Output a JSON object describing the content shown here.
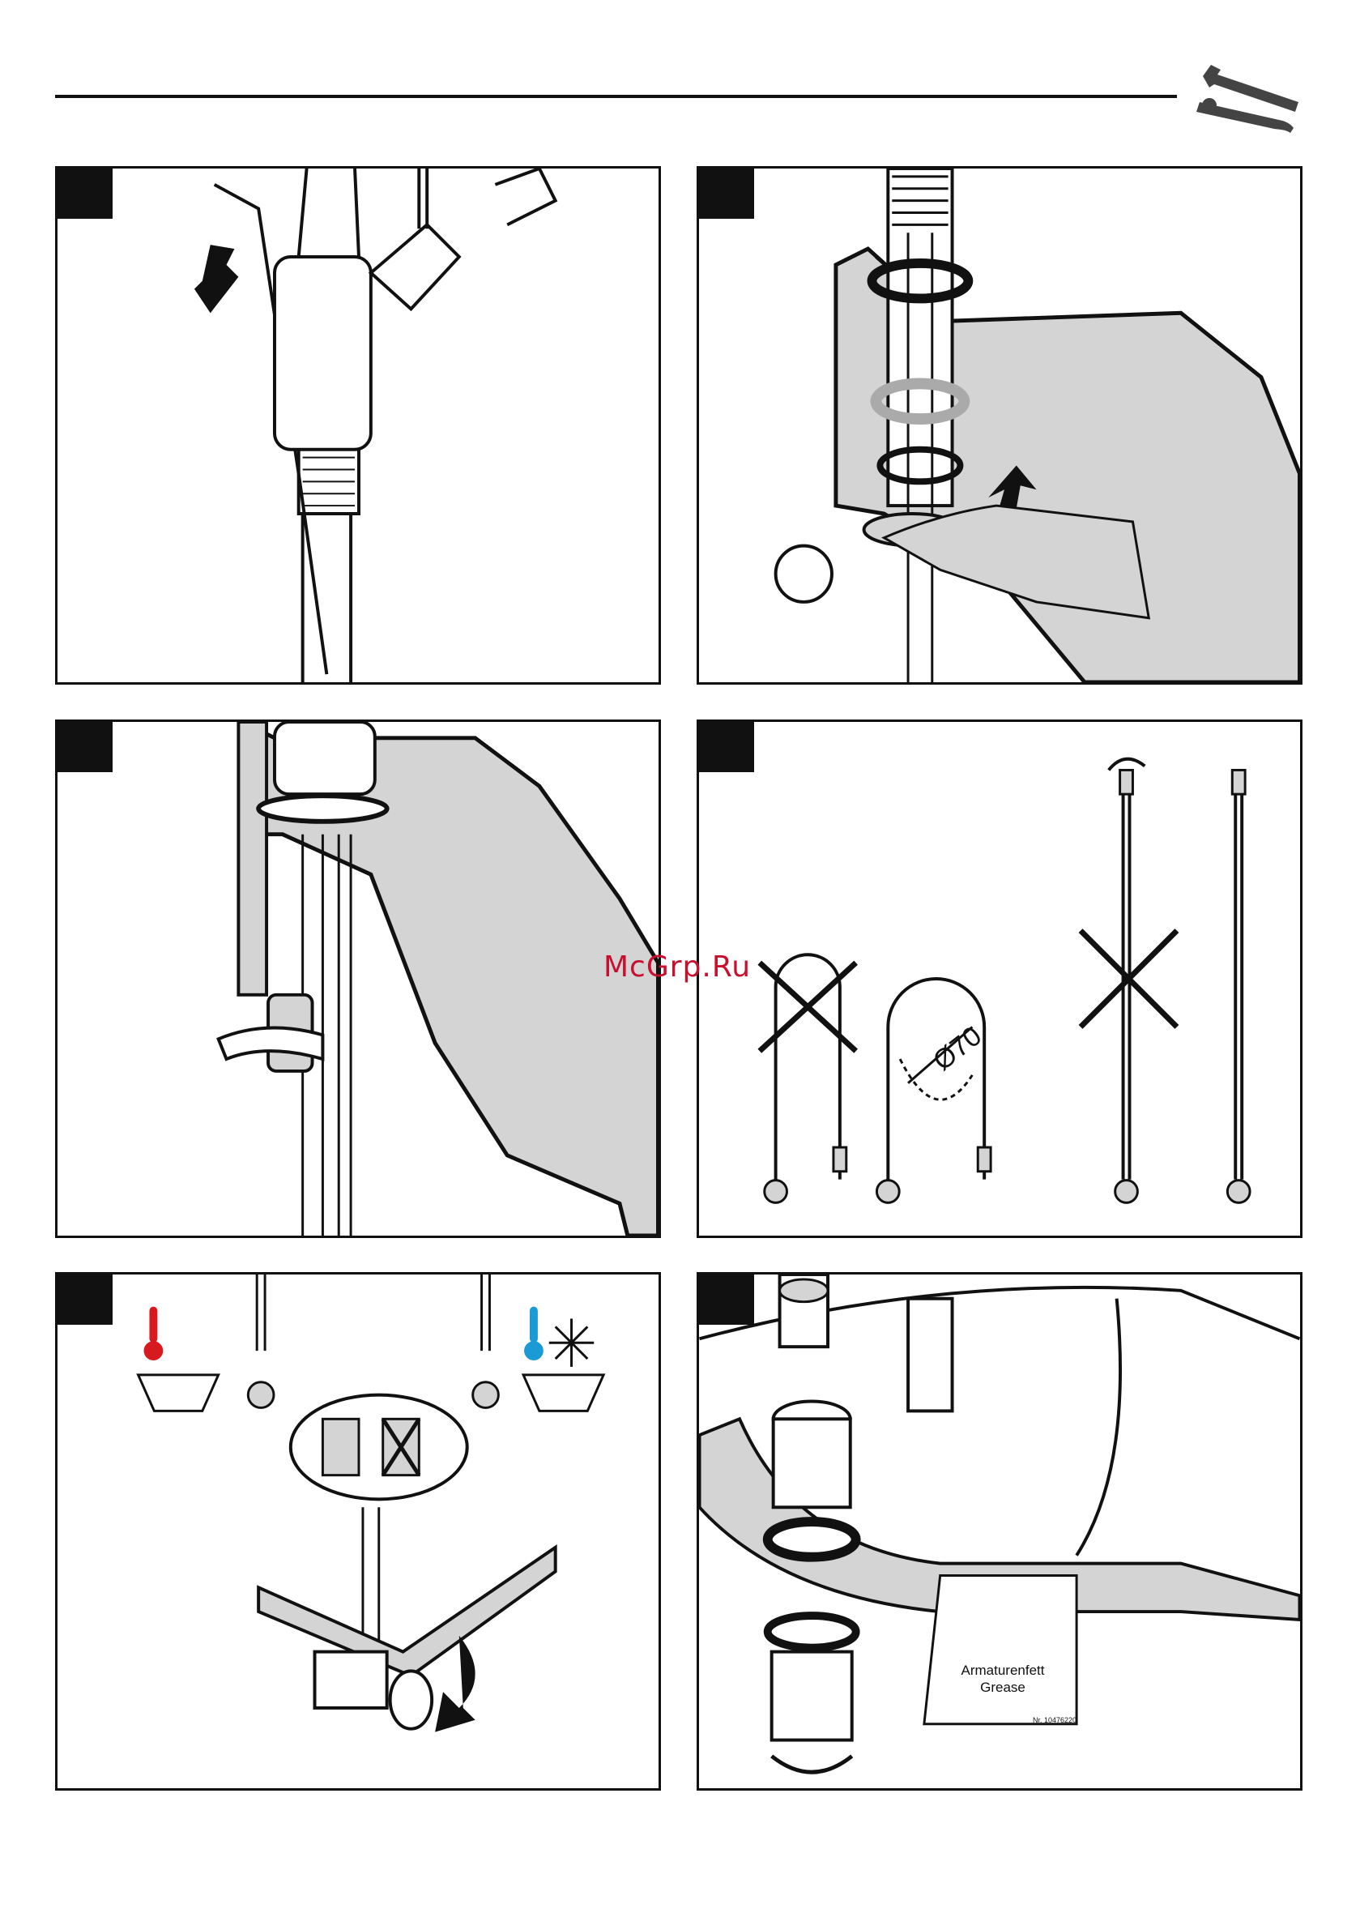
{
  "watermark": "McGrp.Ru",
  "icons": {
    "header": "wrench-screwdriver-icon",
    "hot": "thermometer-hot-icon",
    "cold": "thermometer-cold-icon",
    "snow": "snowflake-icon",
    "rotate": "rotate-arrow-icon",
    "cross": "cross-mark-icon"
  },
  "colors": {
    "hot": "#d71920",
    "cold": "#1c9ad6",
    "ink": "#111111",
    "fill": "#d4d4d4",
    "watermark": "#c8102e"
  },
  "panels": [
    {
      "id": "panel-1"
    },
    {
      "id": "panel-2"
    },
    {
      "id": "panel-3"
    },
    {
      "id": "panel-4",
      "diameter_label": "Ø70"
    },
    {
      "id": "panel-5"
    },
    {
      "id": "panel-6",
      "grease_line1": "Armaturenfett",
      "grease_line2": "Grease",
      "grease_nr": "Nr. 10476220"
    }
  ]
}
